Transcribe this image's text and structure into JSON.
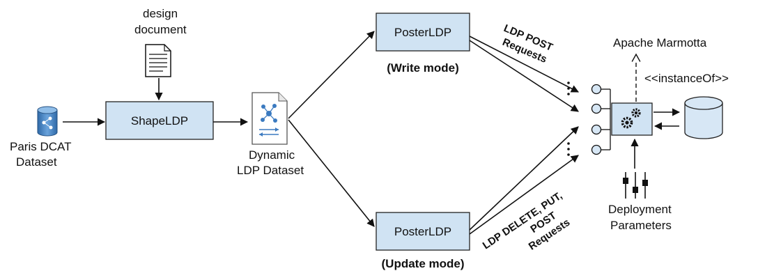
{
  "nodes": {
    "shape_ldp": "ShapeLDP",
    "poster_write": "PosterLDP",
    "poster_update": "PosterLDP",
    "write_mode": "(Write mode)",
    "update_mode": "(Update mode)"
  },
  "labels": {
    "design_doc_1": "design",
    "design_doc_2": "document",
    "paris_1": "Paris  DCAT",
    "paris_2": "Dataset",
    "dynamic_1": "Dynamic",
    "dynamic_2": "LDP Dataset",
    "marmotta": "Apache Marmotta",
    "instance_of": "<<instanceOf>>",
    "deploy_1": "Deployment",
    "deploy_2": "Parameters",
    "post_req_1": "LDP POST",
    "post_req_2": "Requests",
    "upd_req_1": "LDP DELETE, PUT,",
    "upd_req_2": "POST",
    "upd_req_3": "Requests"
  },
  "colors": {
    "box_fill": "#d0e3f3",
    "box_stroke": "#222222",
    "cylinder_fill": "#d7e7f5",
    "db_icon_fill": "#4a86c4"
  },
  "icons": [
    "database-icon",
    "document-icon",
    "ldp-dataset-icon",
    "gears-icon",
    "database-cylinder-icon",
    "sliders-icon"
  ]
}
